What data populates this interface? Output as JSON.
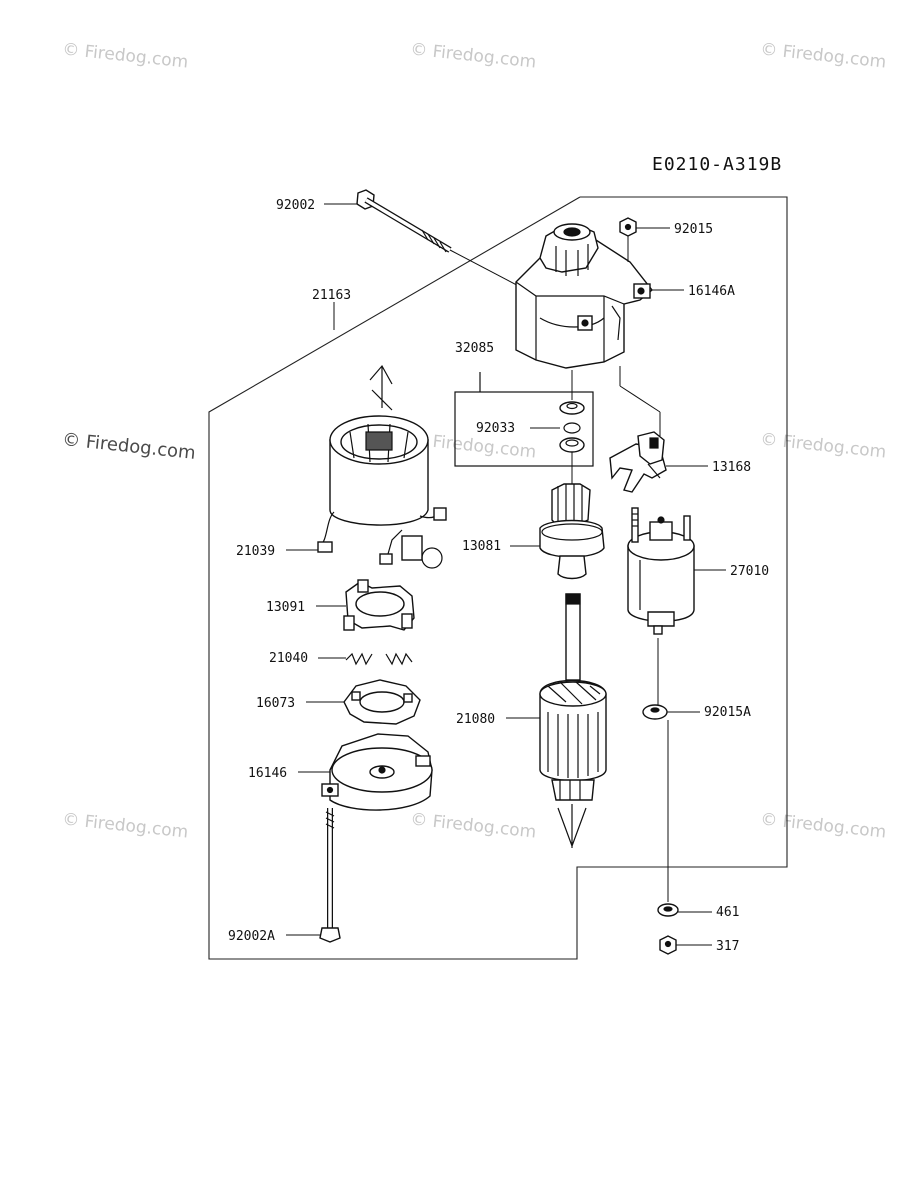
{
  "diagram_code": "E0210-A319B",
  "watermark": {
    "text": "© Firedog.com",
    "text_short": "© Firedog.com"
  },
  "callouts": [
    {
      "id": "92002",
      "text": "92002"
    },
    {
      "id": "92015",
      "text": "92015"
    },
    {
      "id": "16146A",
      "text": "16146A"
    },
    {
      "id": "21163",
      "text": "21163"
    },
    {
      "id": "32085",
      "text": "32085"
    },
    {
      "id": "92033",
      "text": "92033"
    },
    {
      "id": "13168",
      "text": "13168"
    },
    {
      "id": "21039",
      "text": "21039"
    },
    {
      "id": "13081",
      "text": "13081"
    },
    {
      "id": "27010",
      "text": "27010"
    },
    {
      "id": "13091",
      "text": "13091"
    },
    {
      "id": "21040",
      "text": "21040"
    },
    {
      "id": "16073",
      "text": "16073"
    },
    {
      "id": "21080",
      "text": "21080"
    },
    {
      "id": "92015A",
      "text": "92015A"
    },
    {
      "id": "16146",
      "text": "16146"
    },
    {
      "id": "461",
      "text": "461"
    },
    {
      "id": "92002A",
      "text": "92002A"
    },
    {
      "id": "317",
      "text": "317"
    }
  ]
}
